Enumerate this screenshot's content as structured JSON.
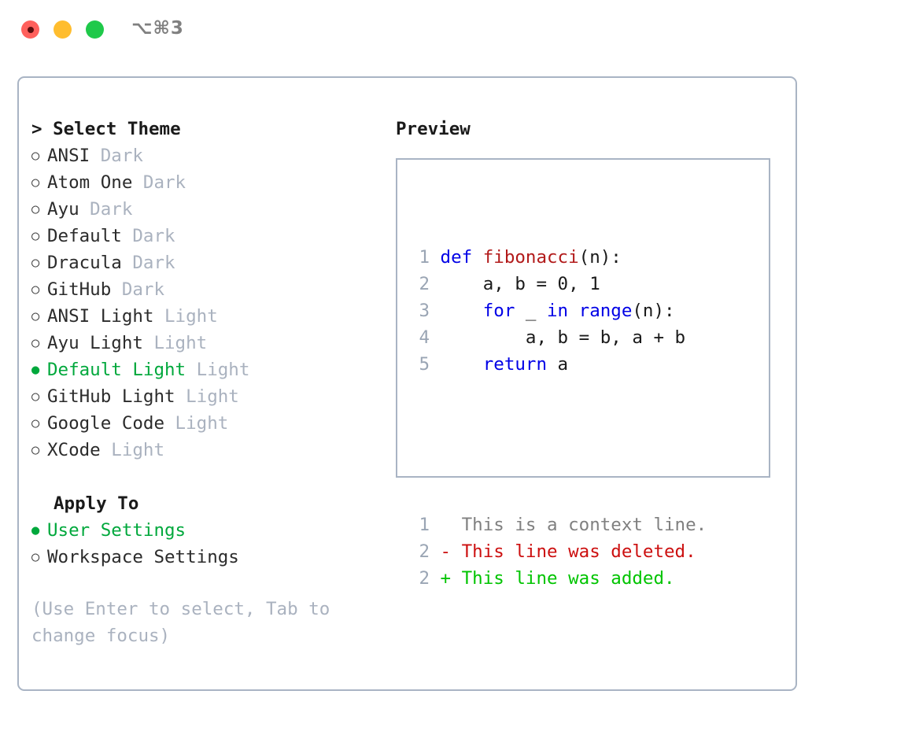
{
  "window": {
    "title": "⌥⌘3",
    "traffic_lights": [
      {
        "name": "close",
        "color": "#ff605c"
      },
      {
        "name": "minimize",
        "color": "#ffbd2e"
      },
      {
        "name": "maximize",
        "color": "#1fc94a"
      }
    ]
  },
  "theme_list": {
    "header": "> Select Theme",
    "items": [
      {
        "bullet": "○",
        "label": "ANSI",
        "mode": "Dark",
        "selected": false
      },
      {
        "bullet": "○",
        "label": "Atom One",
        "mode": "Dark",
        "selected": false
      },
      {
        "bullet": "○",
        "label": "Ayu",
        "mode": "Dark",
        "selected": false
      },
      {
        "bullet": "○",
        "label": "Default",
        "mode": "Dark",
        "selected": false
      },
      {
        "bullet": "○",
        "label": "Dracula",
        "mode": "Dark",
        "selected": false
      },
      {
        "bullet": "○",
        "label": "GitHub",
        "mode": "Dark",
        "selected": false
      },
      {
        "bullet": "○",
        "label": "ANSI Light",
        "mode": "Light",
        "selected": false
      },
      {
        "bullet": "○",
        "label": "Ayu Light",
        "mode": "Light",
        "selected": false
      },
      {
        "bullet": "●",
        "label": "Default Light",
        "mode": "Light",
        "selected": true
      },
      {
        "bullet": "○",
        "label": "GitHub Light",
        "mode": "Light",
        "selected": false
      },
      {
        "bullet": "○",
        "label": "Google Code",
        "mode": "Light",
        "selected": false
      },
      {
        "bullet": "○",
        "label": "XCode",
        "mode": "Light",
        "selected": false
      }
    ]
  },
  "apply_to": {
    "header": "Apply To",
    "items": [
      {
        "bullet": "●",
        "label": "User Settings",
        "selected": true
      },
      {
        "bullet": "○",
        "label": "Workspace Settings",
        "selected": false
      }
    ]
  },
  "hint": "(Use Enter to select, Tab to change focus)",
  "preview": {
    "header": "Preview",
    "code_lines": [
      {
        "num": "1",
        "segments": [
          {
            "text": "def ",
            "type": "kw"
          },
          {
            "text": "fibonacci",
            "type": "fn"
          },
          {
            "text": "(n):",
            "type": "pl"
          }
        ]
      },
      {
        "num": "2",
        "segments": [
          {
            "text": "    a, b = 0, 1",
            "type": "pl"
          }
        ]
      },
      {
        "num": "3",
        "segments": [
          {
            "text": "    ",
            "type": "pl"
          },
          {
            "text": "for",
            "type": "kw"
          },
          {
            "text": " _ ",
            "type": "pl"
          },
          {
            "text": "in",
            "type": "kw"
          },
          {
            "text": " ",
            "type": "pl"
          },
          {
            "text": "range",
            "type": "kw"
          },
          {
            "text": "(n):",
            "type": "pl"
          }
        ]
      },
      {
        "num": "4",
        "segments": [
          {
            "text": "        a, b = b, a + b",
            "type": "pl"
          }
        ]
      },
      {
        "num": "5",
        "segments": [
          {
            "text": "    ",
            "type": "pl"
          },
          {
            "text": "return",
            "type": "kw"
          },
          {
            "text": " a",
            "type": "pl"
          }
        ]
      }
    ],
    "diff_lines": [
      {
        "num": "1",
        "marker": " ",
        "text": "  This is a context line.",
        "type": "ctx"
      },
      {
        "num": "2",
        "marker": "-",
        "text": "- This line was deleted.",
        "type": "del"
      },
      {
        "num": "2",
        "marker": "+",
        "text": "+ This line was added.",
        "type": "add"
      }
    ]
  },
  "colors": {
    "accent_green": "#00a83c",
    "diff_add_green": "#00c400",
    "diff_del_red": "#cc0f0f",
    "keyword_blue": "#0000e6",
    "function_red": "#b21a1a",
    "muted_gray": "#aab2bf",
    "border_gray": "#a9b4c4"
  }
}
